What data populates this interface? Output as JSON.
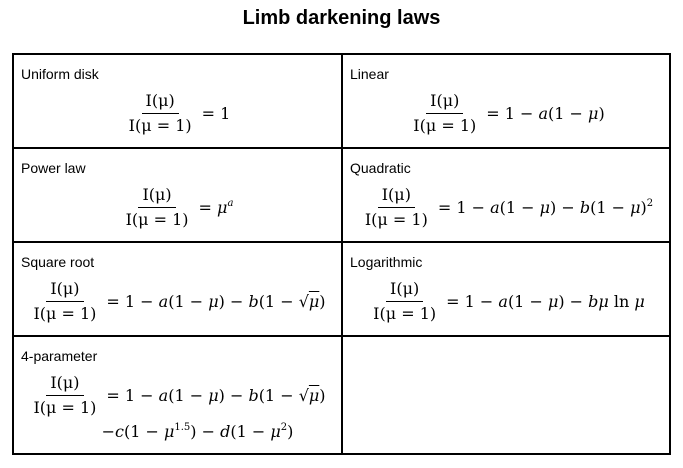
{
  "title": "Limb darkening laws",
  "lhs": {
    "numerator": "I(μ)",
    "denominator": "I(μ = 1)"
  },
  "laws": [
    {
      "name": "Uniform disk",
      "rhs": "= 1"
    },
    {
      "name": "Linear",
      "rhs": "= 1 − a(1 − μ)"
    },
    {
      "name": "Power law",
      "rhs": "= μ^a"
    },
    {
      "name": "Quadratic",
      "rhs": "= 1 − a(1 − μ) − b(1 − μ)^2"
    },
    {
      "name": "Square root",
      "rhs": "= 1 − a(1 − μ) − b(1 − √μ)"
    },
    {
      "name": "Logarithmic",
      "rhs": "= 1 − a(1 − μ) − bμ ln μ"
    },
    {
      "name": "4-parameter",
      "rhs": "= 1 − a(1 − μ) − b(1 − √μ)",
      "rhs_continued": "−c(1 − μ^1.5) − d(1 − μ^2)"
    }
  ]
}
